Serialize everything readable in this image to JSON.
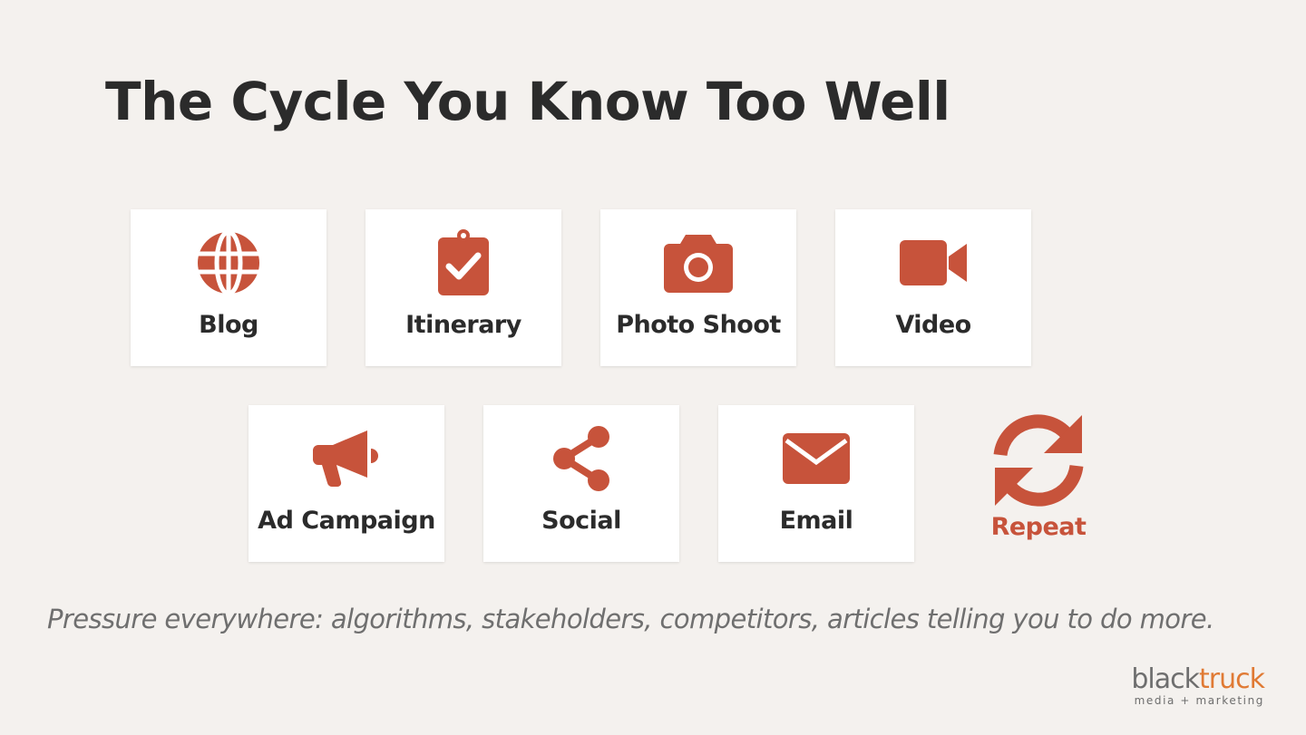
{
  "slide": {
    "title": "The Cycle You Know Too Well",
    "subtitle": "Pressure everywhere: algorithms, stakeholders, competitors, articles telling you to do more.",
    "accent_color": "#c7533b"
  },
  "cards": [
    {
      "label": "Blog",
      "icon": "globe-icon"
    },
    {
      "label": "Itinerary",
      "icon": "clipboard-check-icon"
    },
    {
      "label": "Photo Shoot",
      "icon": "camera-icon"
    },
    {
      "label": "Video",
      "icon": "video-camera-icon"
    },
    {
      "label": "Ad Campaign",
      "icon": "megaphone-icon"
    },
    {
      "label": "Social",
      "icon": "share-icon"
    },
    {
      "label": "Email",
      "icon": "envelope-icon"
    }
  ],
  "repeat": {
    "label": "Repeat",
    "icon": "refresh-icon"
  },
  "logo": {
    "name_part1": "black",
    "name_part2": "truck",
    "tagline": "media + marketing",
    "colors": {
      "part1": "#6e6e6e",
      "part2": "#e07a34"
    }
  }
}
